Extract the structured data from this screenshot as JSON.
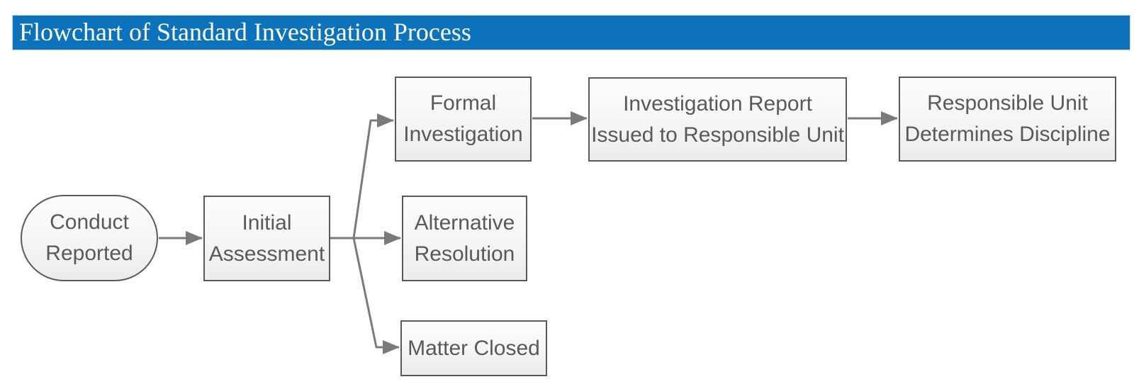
{
  "title_bar": {
    "text": "Flowchart of Standard Investigation Process",
    "background_color": "#0c72bc",
    "text_color": "#ffffff"
  },
  "flowchart": {
    "nodes": [
      {
        "id": "conduct-reported",
        "shape": "terminator",
        "lines": [
          "Conduct",
          "Reported"
        ]
      },
      {
        "id": "initial-assessment",
        "shape": "process",
        "lines": [
          "Initial",
          "Assessment"
        ]
      },
      {
        "id": "formal-investigation",
        "shape": "process",
        "lines": [
          "Formal",
          "Investigation"
        ]
      },
      {
        "id": "alternative-resolution",
        "shape": "process",
        "lines": [
          "Alternative",
          "Resolution"
        ]
      },
      {
        "id": "matter-closed",
        "shape": "process",
        "lines": [
          "Matter Closed"
        ]
      },
      {
        "id": "investigation-report",
        "shape": "process",
        "lines": [
          "Investigation Report",
          "Issued to Responsible Unit"
        ]
      },
      {
        "id": "responsible-unit",
        "shape": "process",
        "lines": [
          "Responsible Unit",
          "Determines Discipline"
        ]
      }
    ],
    "edges": [
      {
        "from": "conduct-reported",
        "to": "initial-assessment"
      },
      {
        "from": "initial-assessment",
        "to": "formal-investigation"
      },
      {
        "from": "initial-assessment",
        "to": "alternative-resolution"
      },
      {
        "from": "initial-assessment",
        "to": "matter-closed"
      },
      {
        "from": "formal-investigation",
        "to": "investigation-report"
      },
      {
        "from": "investigation-report",
        "to": "responsible-unit"
      }
    ],
    "colors": {
      "node_border": "#595959",
      "node_text": "#595959",
      "connector": "#7a7a7a"
    }
  }
}
